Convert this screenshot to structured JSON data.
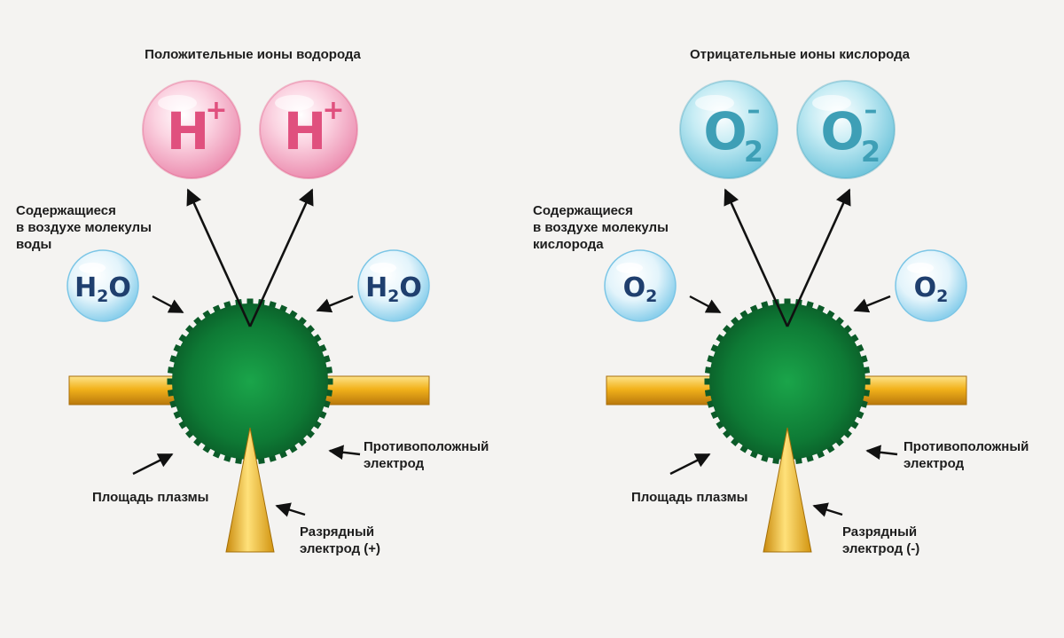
{
  "diagrams": [
    {
      "title": "Положительные ионы водорода",
      "molecules_label": "Содержащиеся\nв воздухе молекулы\nводы",
      "molecule": {
        "main": "H",
        "sub": "2",
        "tail": "O"
      },
      "ion": {
        "main": "H",
        "sup": "+",
        "sub": ""
      },
      "counter_electrode_label": "Противоположный\nэлектрод",
      "plasma_label": "Площадь плазмы",
      "discharge_electrode_label": "Разрядный\nэлектрод (+)"
    },
    {
      "title": "Отрицательные ионы кислорода",
      "molecules_label": "Содержащиеся\nв воздухе молекулы\nкислорода",
      "molecule": {
        "main": "O",
        "sub": "2",
        "tail": ""
      },
      "ion": {
        "main": "O",
        "sup": "–",
        "sub": "2"
      },
      "counter_electrode_label": "Противоположный\nэлектрод",
      "plasma_label": "Площадь плазмы",
      "discharge_electrode_label": "Разрядный\nэлектрод (-)"
    }
  ],
  "colors": {
    "background": "#f4f3f1",
    "plasma": "#0e7a35",
    "plasma_edge": "#0b5a28",
    "electrode": "#f2b21b",
    "positive_ion": "#e0507e",
    "negative_ion": "#4cb4cc",
    "molecule_bubble": "#bfe6f5",
    "molecule_text": "#1f3f6e",
    "arrow": "#111111"
  }
}
